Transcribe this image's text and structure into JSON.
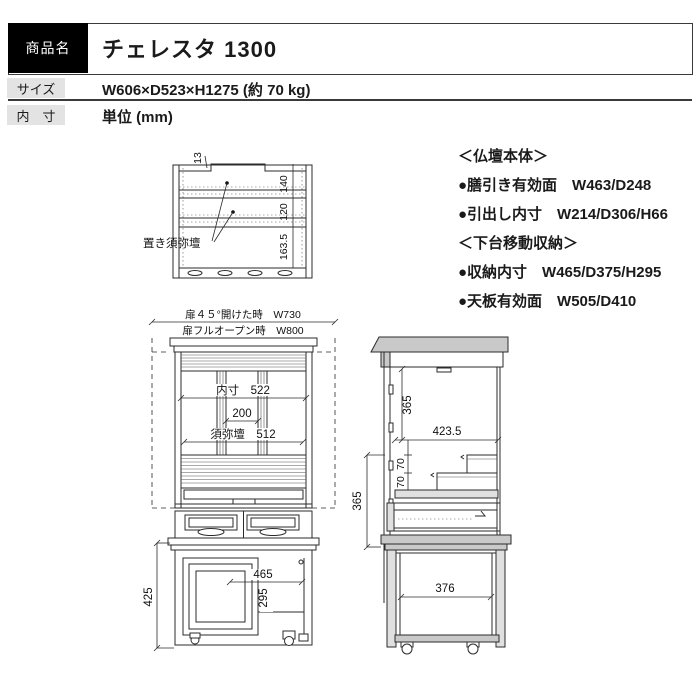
{
  "header": {
    "product_label": "商品名",
    "product_name": "チェレスタ 1300",
    "size_label": "サイズ",
    "size_value": "W606×D523×H1275 (約 70 kg)",
    "inner_label": "内　寸",
    "unit_value": "単位 (mm)"
  },
  "specs": {
    "lines": [
      "＜仏壇本体＞",
      "●膳引き有効面　W463/D248",
      "●引出し内寸　W214/D306/H66",
      "＜下台移動収納＞",
      "●収納内寸　W465/D375/H295",
      "●天板有効面　W505/D410"
    ]
  },
  "drawings": {
    "top_interior": {
      "dim_top_gap": "13",
      "dim_upper": "140",
      "dim_middle": "120",
      "dim_lower": "163.5",
      "label_shelf": "置き須弥壇"
    },
    "front_view": {
      "door_45": "扉４５°開けた時　W730",
      "door_full": "扉フルオープン時　W800",
      "inner_width": "内寸　522",
      "center_width": "200",
      "sumidan_width": "須弥壇　512",
      "storage_width": "465",
      "storage_height": "295",
      "base_height": "425"
    },
    "side_view": {
      "upper_inner_height": "365",
      "inner_depth": "423.5",
      "step_depth_1": "70",
      "step_depth_2": "70",
      "outer_height": "365",
      "storage_depth": "376"
    }
  }
}
